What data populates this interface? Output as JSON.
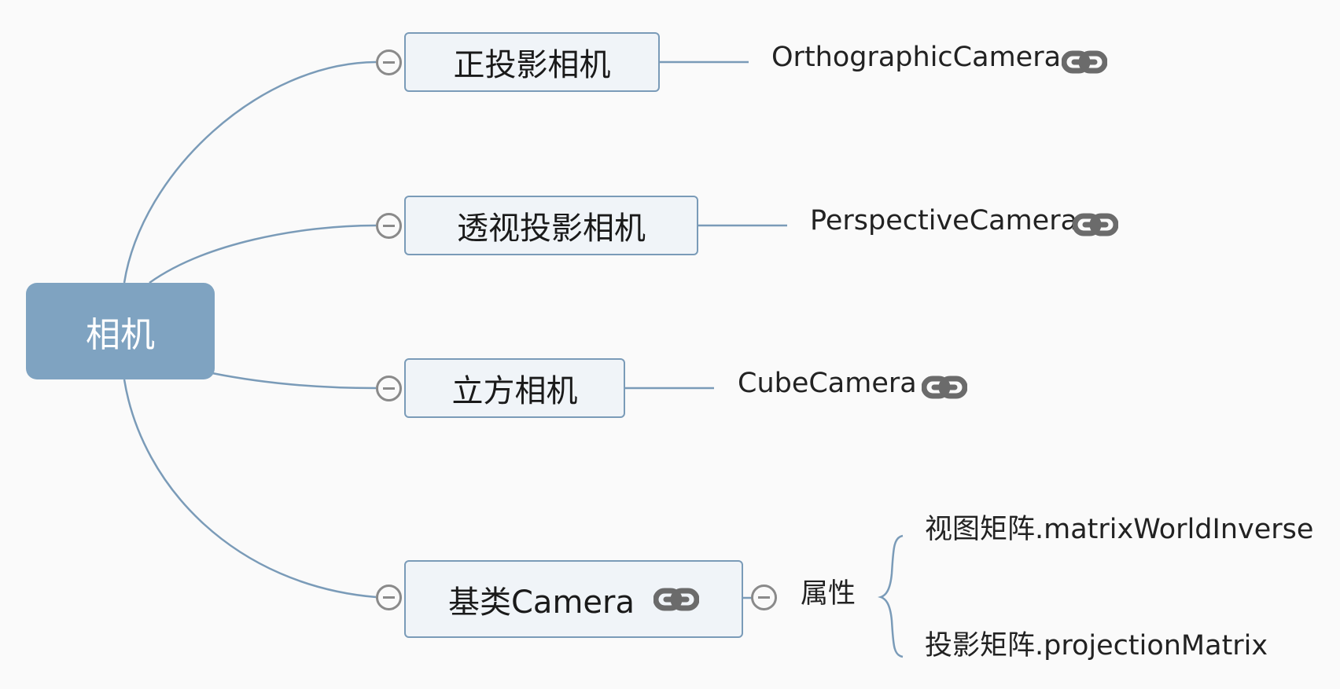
{
  "root": {
    "label": "相机"
  },
  "branches": [
    {
      "label": "正投影相机",
      "child": "OrthographicCamera"
    },
    {
      "label": "透视投影相机",
      "child": "PerspectiveCamera"
    },
    {
      "label": "立方相机",
      "child": "CubeCamera"
    },
    {
      "label": "基类Camera",
      "child": "属性",
      "properties": [
        "视图矩阵.matrixWorldInverse",
        "投影矩阵.projectionMatrix"
      ]
    }
  ],
  "icons": {
    "toggle": "collapse-minus-icon",
    "link": "hyperlink-chain-icon"
  },
  "colors": {
    "background": "#fafafa",
    "root_fill": "#7fa3c1",
    "node_fill": "#f0f4f8",
    "node_border": "#7a9bb8",
    "connector": "#7a9bb8",
    "toggle": "#8a8a8a",
    "link_icon": "#6b6b6b"
  }
}
